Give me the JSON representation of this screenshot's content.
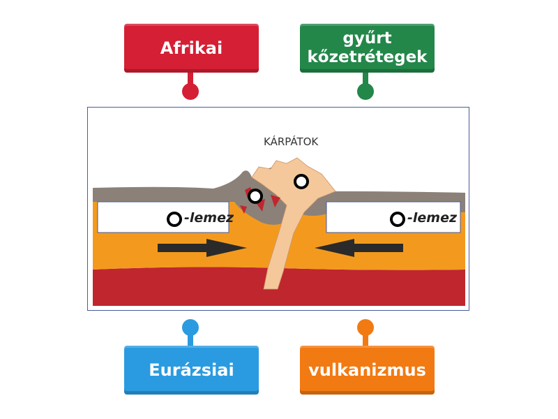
{
  "labels": [
    {
      "text": "Afrikai",
      "color": "#d41f35"
    },
    {
      "text": "gyűrt kőzetrétegek",
      "color": "#23874a"
    },
    {
      "text": "Eurázsiai",
      "color": "#2a9be0"
    },
    {
      "text": "vulkanizmus",
      "color": "#f27a12"
    }
  ],
  "diagram": {
    "title": "KÁRPÁTOK",
    "left_plate": "-lemez",
    "right_plate": "-lemez"
  }
}
